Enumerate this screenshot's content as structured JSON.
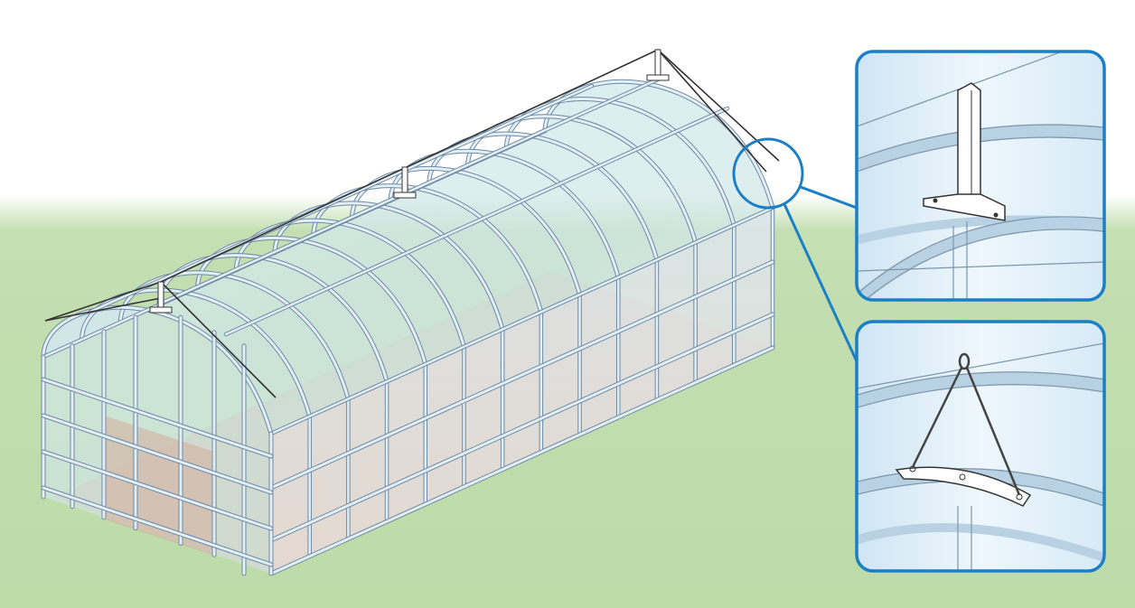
{
  "colors": {
    "ground": "#bedcaa",
    "frame": "#c8dbe8",
    "frame_outline": "#6d8aa3",
    "callout": "#1a7fc7",
    "film": "#d9ecf5",
    "floor": "#d9a996",
    "wire": "#333333"
  },
  "illustration": {
    "arch_count": 14,
    "insets": [
      "ridge-post-detail",
      "wire-loop-bracket-detail"
    ]
  }
}
